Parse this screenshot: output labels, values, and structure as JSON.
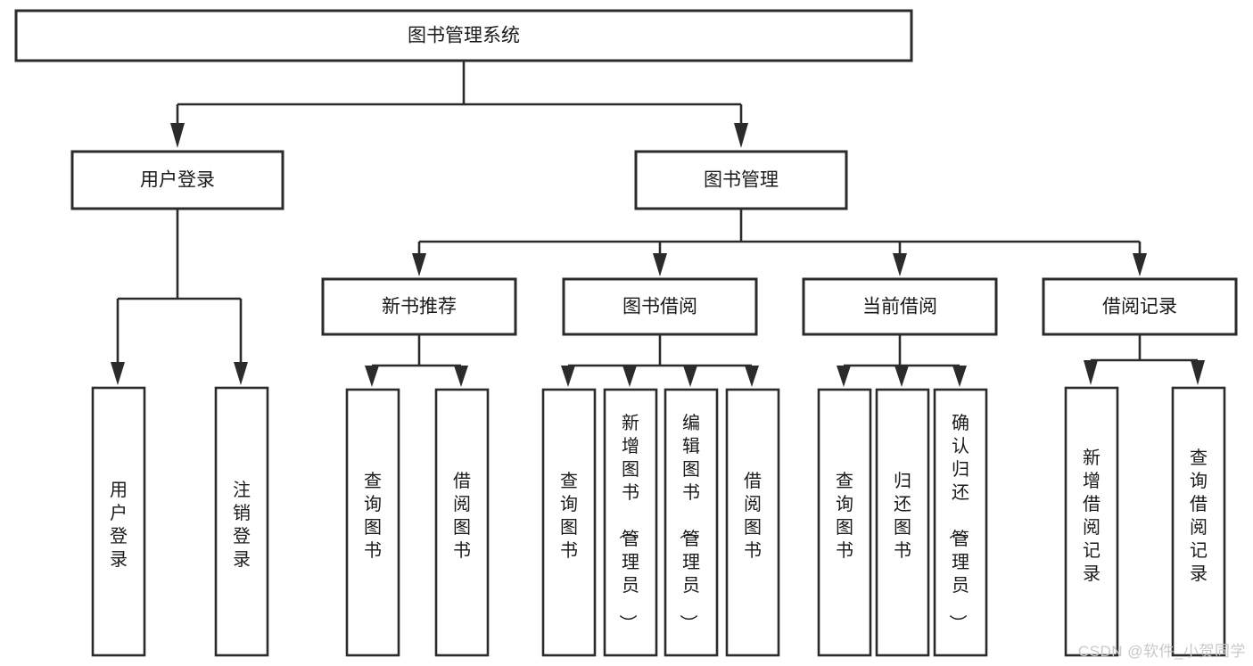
{
  "diagram": {
    "type": "tree",
    "title": "图书管理系统",
    "watermark": "CSDN @软件_小贺同学",
    "colors": {
      "stroke": "#2b2b2b",
      "fill": "#ffffff",
      "text": "#1a1a1a",
      "watermark": "#c9c9c9"
    },
    "levels": {
      "root": {
        "label": "图书管理系统"
      },
      "level2": [
        {
          "label": "用户登录"
        },
        {
          "label": "图书管理"
        }
      ],
      "level3": [
        {
          "label": "新书推荐"
        },
        {
          "label": "图书借阅"
        },
        {
          "label": "当前借阅"
        },
        {
          "label": "借阅记录"
        }
      ]
    },
    "groups": [
      {
        "parent": "用户登录",
        "leaves": [
          {
            "label": "用户登录"
          },
          {
            "label": "注销登录"
          }
        ]
      },
      {
        "parent": "新书推荐",
        "leaves": [
          {
            "label": "查询图书"
          },
          {
            "label": "借阅图书"
          }
        ]
      },
      {
        "parent": "图书借阅",
        "leaves": [
          {
            "label": "查询图书"
          },
          {
            "label": "新增图书（管理员）"
          },
          {
            "label": "编辑图书（管理员）"
          },
          {
            "label": "借阅图书"
          }
        ]
      },
      {
        "parent": "当前借阅",
        "leaves": [
          {
            "label": "查询图书"
          },
          {
            "label": "归还图书"
          },
          {
            "label": "确认归还（管理员）"
          }
        ]
      },
      {
        "parent": "借阅记录",
        "leaves": [
          {
            "label": "新增借阅记录"
          },
          {
            "label": "查询借阅记录"
          }
        ]
      }
    ]
  }
}
